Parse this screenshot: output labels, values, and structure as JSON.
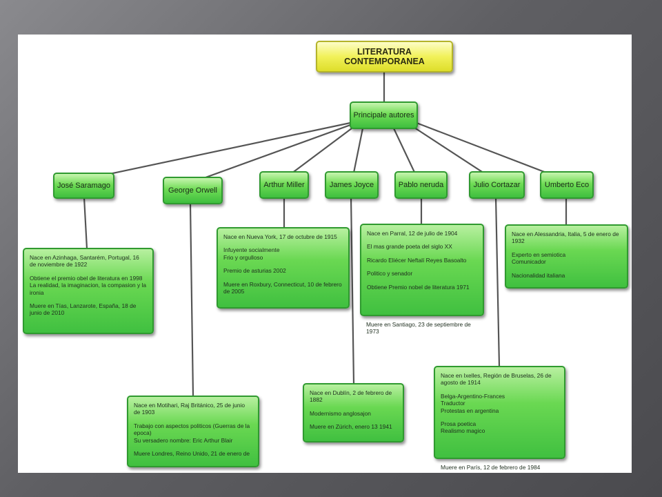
{
  "root": "LITERATURA CONTEMPORANEA",
  "hub": "Principale autores",
  "authors": [
    {
      "name": "José Saramago",
      "details": [
        "Nace en Azinhaga, Santarém, Portugal, 16 de noviembre de 1922",
        "Obtiene el premio obel de literatura en 1998\nLa realidad, la imaginacion, la compasion y la ironia",
        "Muere en Tías, Lanzarote, España, 18 de junio de 2010"
      ],
      "outside": ""
    },
    {
      "name": "George Orwell",
      "details": [
        "Nace en Motihari, Raj Británico, 25 de junio de 1903",
        "Trabajo con aspectos politicos (Guerras de la epoca)\nSu versadero nombre: Eric Arthur Blair",
        "Muere Londres, Reino Unido, 21 de enero de"
      ],
      "outside": ""
    },
    {
      "name": "Arthur Miller",
      "details": [
        "Nace en Nueva York, 17 de octubre de 1915",
        "Infuyente socialmente\nFrio y orgulloso",
        "Premio de asturias 2002",
        "Muere en Roxbury, Connecticut, 10 de febrero de 2005"
      ],
      "outside": ""
    },
    {
      "name": "James Joyce",
      "details": [
        "Nace en Dublín, 2 de febrero de 1882",
        "Modernismo anglosajon",
        "Muere en Zúrich, enero 13 1941"
      ],
      "outside": ""
    },
    {
      "name": "Pablo neruda",
      "details": [
        "Nace en Parral, 12 de julio de 1904",
        "El mas grande poeta del siglo XX",
        "Ricardo Eliécer Neftalí Reyes Basoalto",
        "Politico y senador",
        "Obtiene Premio nobel de literatura 1971"
      ],
      "outside": "Muere en  Santiago, 23 de septiembre de\n1973"
    },
    {
      "name": "Julio Cortazar",
      "details": [
        "Nace en Ixelles, Región de Bruselas, 26 de agosto de 1914",
        "Belga-Argentino-Frances\nTraductor\nProtestas en argentina",
        "Prosa poetica\nRealismo magico"
      ],
      "outside": "Muere en París, 12 de febrero de 1984"
    },
    {
      "name": "Umberto Eco",
      "details": [
        "Nace en Alessandria, Italia, 5 de enero de 1932",
        "Experto en semiotica\nComunicador",
        "Nacionalidad italiana"
      ],
      "outside": ""
    }
  ]
}
